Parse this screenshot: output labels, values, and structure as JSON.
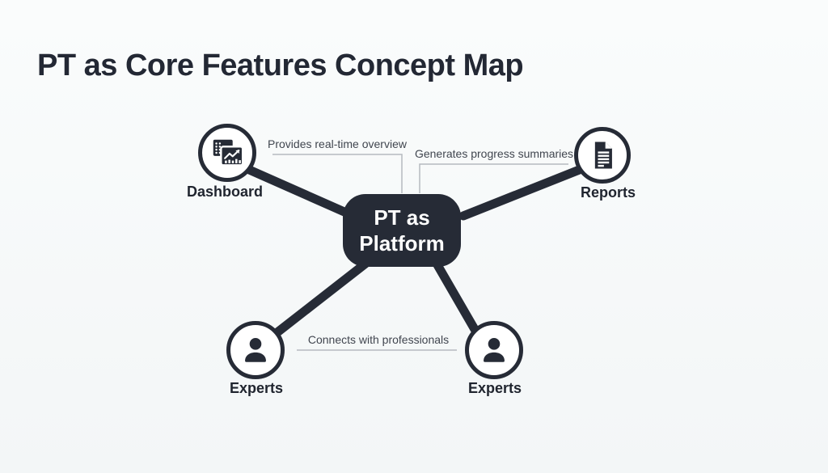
{
  "title": "PT as Core Features Concept Map",
  "theme": {
    "ink": "#262b36",
    "bg": "#f5f7f8",
    "node_fill": "#ffffff",
    "label_text": "#41464f",
    "leader_line": "#b6bac0",
    "title_color": "#232834"
  },
  "center_node": {
    "label_line1": "PT as",
    "label_line2": "Platform"
  },
  "nodes": [
    {
      "id": "dashboard",
      "label": "Dashboard",
      "icon": "dashboard-icon"
    },
    {
      "id": "reports",
      "label": "Reports",
      "icon": "document-icon"
    },
    {
      "id": "experts-left",
      "label": "Experts",
      "icon": "person-icon"
    },
    {
      "id": "experts-right",
      "label": "Experts",
      "icon": "person-icon"
    }
  ],
  "edges": [
    {
      "from": "dashboard",
      "to": "center",
      "label": "Provides real-time overview"
    },
    {
      "from": "reports",
      "to": "center",
      "label": "Generates progress summaries"
    },
    {
      "from": "experts-left",
      "to": "experts-right",
      "label": "Connects with professionals"
    }
  ]
}
